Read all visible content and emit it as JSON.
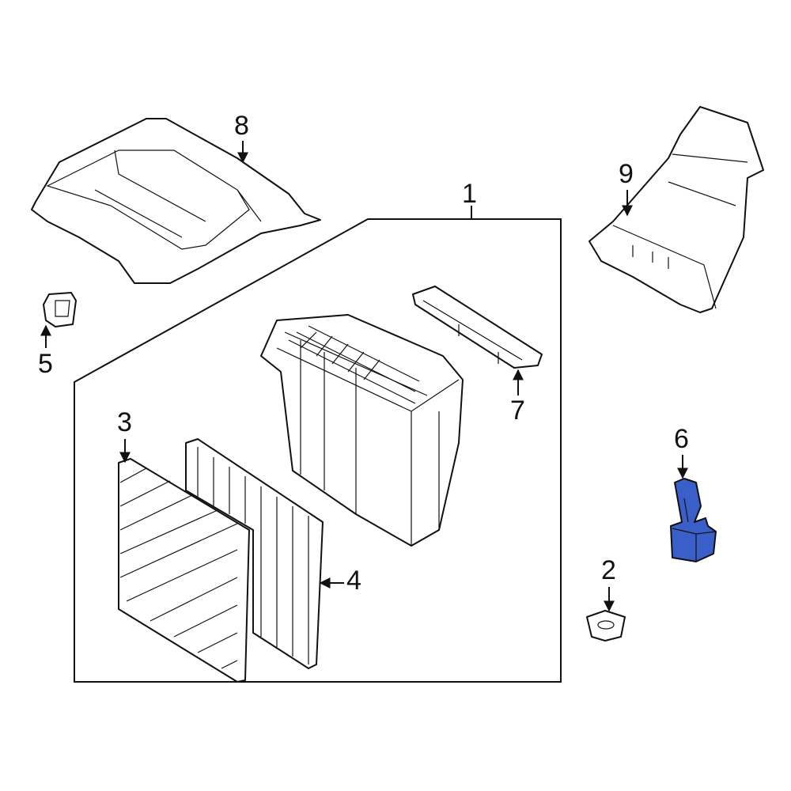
{
  "diagram": {
    "callouts": [
      {
        "number": "1",
        "part": "housing-assembly"
      },
      {
        "number": "2",
        "part": "nut"
      },
      {
        "number": "3",
        "part": "filter"
      },
      {
        "number": "4",
        "part": "filter"
      },
      {
        "number": "5",
        "part": "clip"
      },
      {
        "number": "6",
        "part": "sensor"
      },
      {
        "number": "7",
        "part": "bracket"
      },
      {
        "number": "8",
        "part": "cover"
      },
      {
        "number": "9",
        "part": "duct"
      }
    ],
    "colors": {
      "highlight": "#3a5fc8",
      "line": "#111111"
    }
  }
}
